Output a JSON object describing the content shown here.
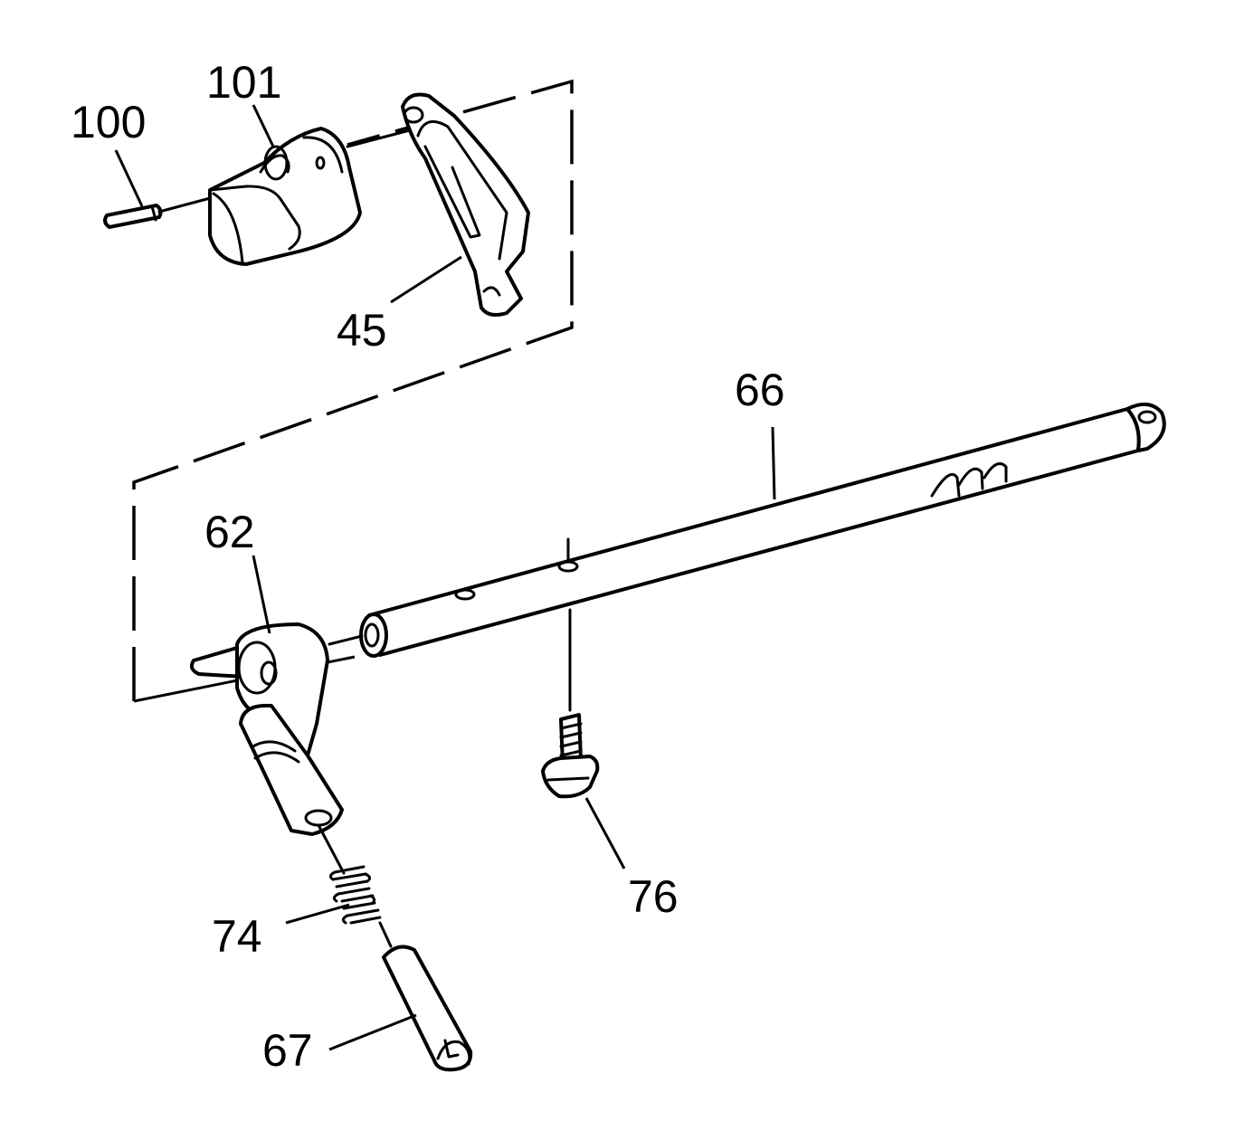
{
  "diagram": {
    "type": "exploded-parts-view",
    "stroke_color": "#000000",
    "background": "#ffffff",
    "callouts": [
      {
        "id": "100",
        "label": "100"
      },
      {
        "id": "101",
        "label": "101"
      },
      {
        "id": "45",
        "label": "45"
      },
      {
        "id": "66",
        "label": "66"
      },
      {
        "id": "62",
        "label": "62"
      },
      {
        "id": "76",
        "label": "76"
      },
      {
        "id": "74",
        "label": "74"
      },
      {
        "id": "67",
        "label": "67"
      }
    ]
  }
}
